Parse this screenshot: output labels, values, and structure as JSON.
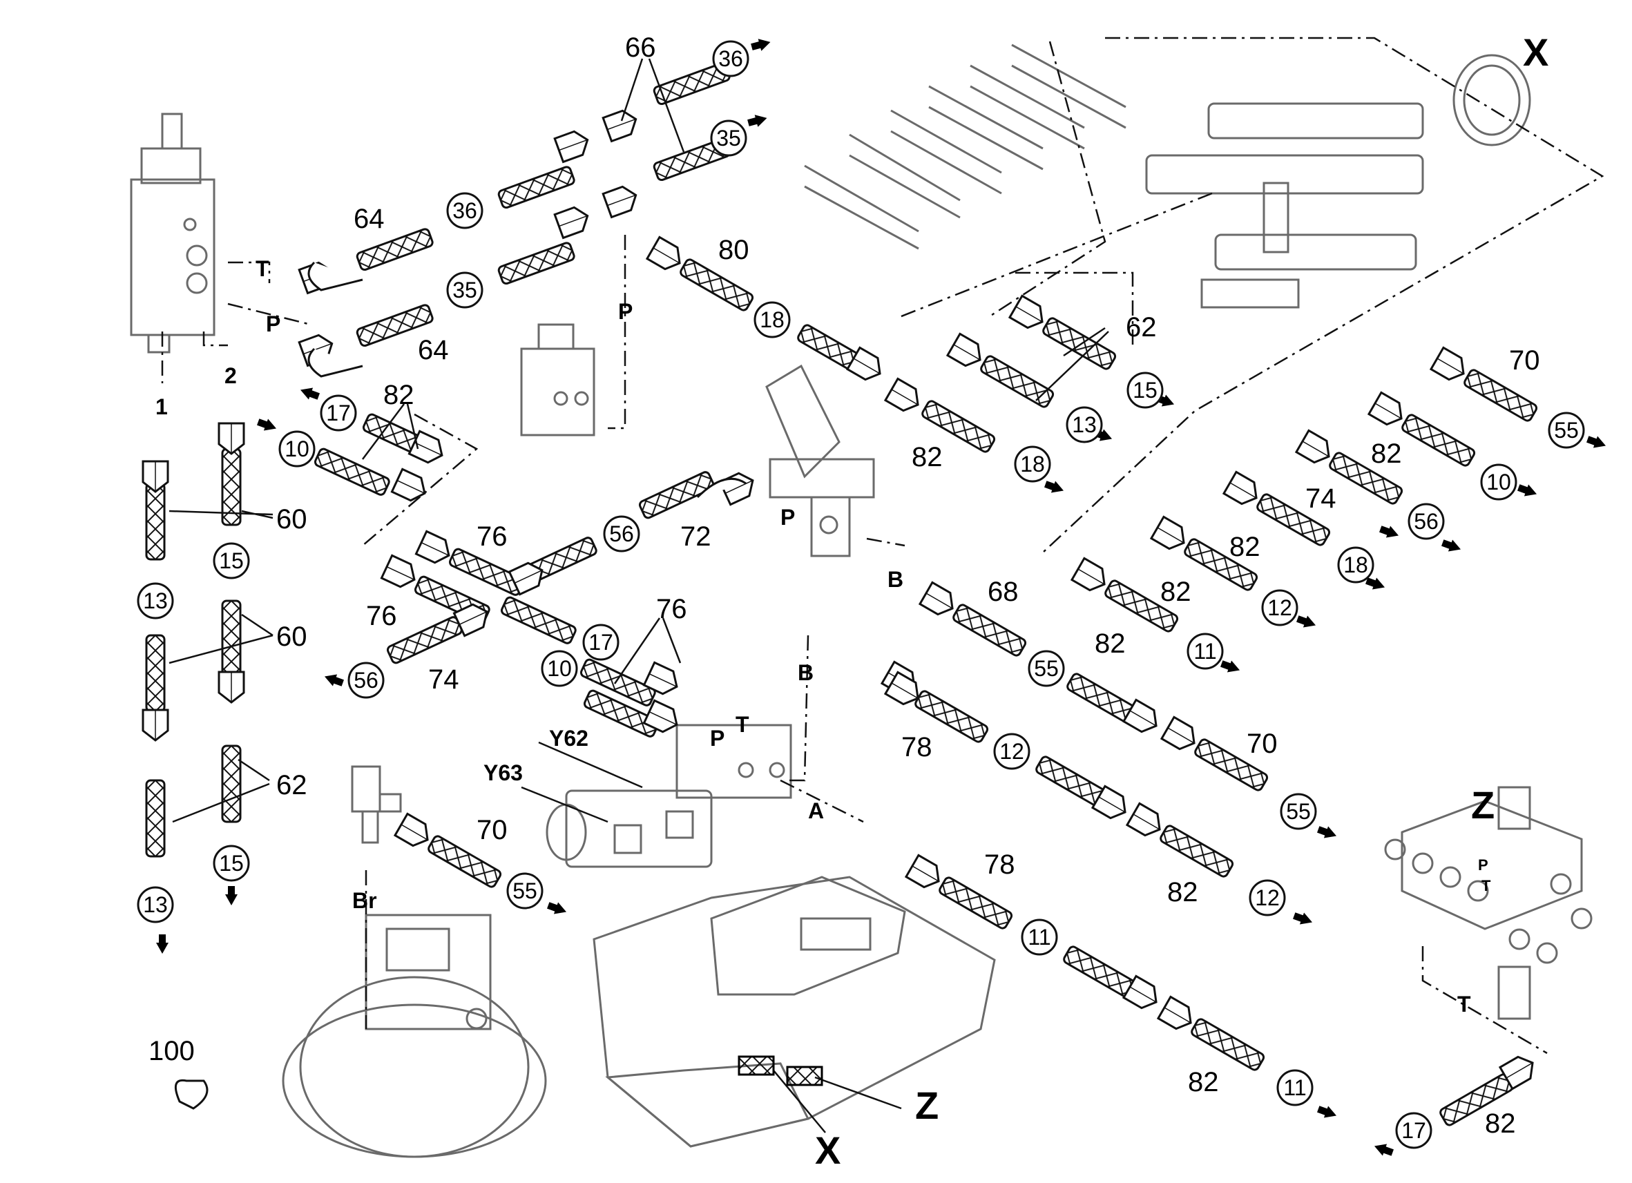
{
  "view_labels": {
    "x_top": "X",
    "z_right": "Z",
    "x_bottom": "X",
    "z_bottom": "Z"
  },
  "port_labels": {
    "t1": "T",
    "p1": "P",
    "p2": "P",
    "p3": "P",
    "b1": "B",
    "b2": "B",
    "a1": "A",
    "t2": "T",
    "p4": "P",
    "t3": "T",
    "t4": "T",
    "br": "Br",
    "line1": "1",
    "line2": "2",
    "y62": "Y62",
    "y63": "Y63"
  },
  "part_numbers": [
    {
      "id": "n66",
      "text": "66"
    },
    {
      "id": "n64a",
      "text": "64"
    },
    {
      "id": "n64b",
      "text": "64"
    },
    {
      "id": "n80",
      "text": "80"
    },
    {
      "id": "n62a",
      "text": "62"
    },
    {
      "id": "n82a",
      "text": "82"
    },
    {
      "id": "n60a",
      "text": "60"
    },
    {
      "id": "n60b",
      "text": "60"
    },
    {
      "id": "n62b",
      "text": "62"
    },
    {
      "id": "n76a",
      "text": "76"
    },
    {
      "id": "n76b",
      "text": "76"
    },
    {
      "id": "n76c",
      "text": "76"
    },
    {
      "id": "n74a",
      "text": "74"
    },
    {
      "id": "n72",
      "text": "72"
    },
    {
      "id": "n82b",
      "text": "82"
    },
    {
      "id": "n68",
      "text": "68"
    },
    {
      "id": "n78a",
      "text": "78"
    },
    {
      "id": "n78b",
      "text": "78"
    },
    {
      "id": "n70a",
      "text": "70"
    },
    {
      "id": "n70b",
      "text": "70"
    },
    {
      "id": "n70c",
      "text": "70"
    },
    {
      "id": "n82c",
      "text": "82"
    },
    {
      "id": "n82d",
      "text": "82"
    },
    {
      "id": "n74b",
      "text": "74"
    },
    {
      "id": "n82e",
      "text": "82"
    },
    {
      "id": "n82f",
      "text": "82"
    },
    {
      "id": "n82g",
      "text": "82"
    },
    {
      "id": "n82h",
      "text": "82"
    },
    {
      "id": "n82i",
      "text": "82"
    },
    {
      "id": "n82j",
      "text": "82"
    },
    {
      "id": "n100",
      "text": "100"
    }
  ],
  "circled_refs": [
    {
      "id": "c36a",
      "text": "36"
    },
    {
      "id": "c35a",
      "text": "35"
    },
    {
      "id": "c36b",
      "text": "36"
    },
    {
      "id": "c35b",
      "text": "35"
    },
    {
      "id": "c18a",
      "text": "18"
    },
    {
      "id": "c17a",
      "text": "17"
    },
    {
      "id": "c10a",
      "text": "10"
    },
    {
      "id": "c15a",
      "text": "15"
    },
    {
      "id": "c13a",
      "text": "13"
    },
    {
      "id": "c15b",
      "text": "15"
    },
    {
      "id": "c13b",
      "text": "13"
    },
    {
      "id": "c15c",
      "text": "15"
    },
    {
      "id": "c13c",
      "text": "13"
    },
    {
      "id": "c18b",
      "text": "18"
    },
    {
      "id": "c56a",
      "text": "56"
    },
    {
      "id": "c56b",
      "text": "56"
    },
    {
      "id": "c17b",
      "text": "17"
    },
    {
      "id": "c10b",
      "text": "10"
    },
    {
      "id": "c55a",
      "text": "55"
    },
    {
      "id": "c55b",
      "text": "55"
    },
    {
      "id": "c55c",
      "text": "55"
    },
    {
      "id": "c12a",
      "text": "12"
    },
    {
      "id": "c12b",
      "text": "12"
    },
    {
      "id": "c11a",
      "text": "11"
    },
    {
      "id": "c11b",
      "text": "11"
    },
    {
      "id": "c55d",
      "text": "55"
    },
    {
      "id": "c10c",
      "text": "10"
    },
    {
      "id": "c56c",
      "text": "56"
    },
    {
      "id": "c18c",
      "text": "18"
    },
    {
      "id": "c12c",
      "text": "12"
    },
    {
      "id": "c11c",
      "text": "11"
    },
    {
      "id": "c17c",
      "text": "17"
    }
  ]
}
